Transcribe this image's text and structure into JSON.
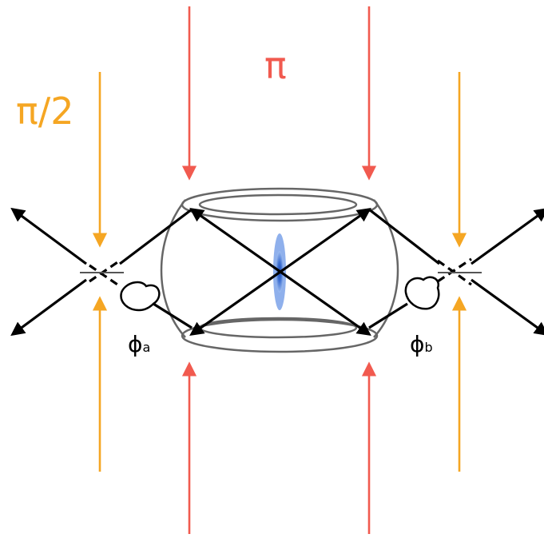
{
  "labels": {
    "pi_half": "π/2",
    "pi": "π",
    "phi_a_main": "ϕ",
    "phi_a_sub": "a",
    "phi_b_main": "ϕ",
    "phi_b_sub": "b"
  },
  "colors": {
    "orange_beam": "#F5A623",
    "red_beam": "#F15A4F",
    "black_path": "#000000",
    "cavity_outline": "#666666",
    "atom_cloud": "#3D6FD1",
    "atom_cloud_light": "#8FB0EC"
  },
  "icons": {
    "arrowhead": "triangle-arrowhead",
    "phase_shifter": "heart-shaped-loop"
  }
}
